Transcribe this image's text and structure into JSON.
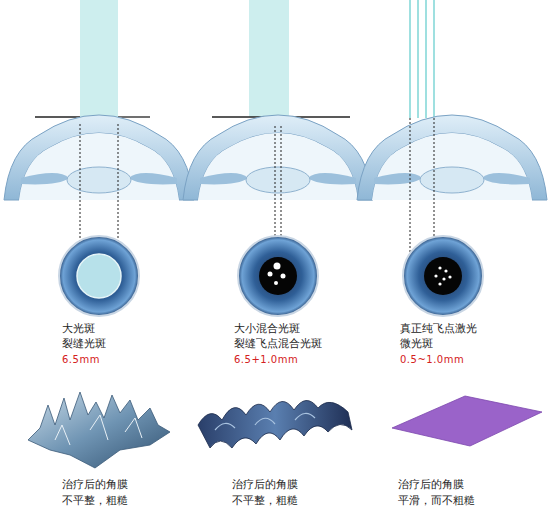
{
  "diagram": {
    "labels": [
      "大光斑",
      "裂缝光斑",
      "6.5mm",
      "大小混合光斑",
      "裂缝飞点混合光斑",
      "6.5+1.0mm",
      "真正纯飞点激光",
      "微光斑",
      "0.5~1.0mm",
      "治疗后的角膜",
      "不平整，粗糙",
      "治疗后的角膜",
      "不平整，粗糙",
      "治疗后的角膜",
      "平滑，而不粗糙"
    ]
  }
}
